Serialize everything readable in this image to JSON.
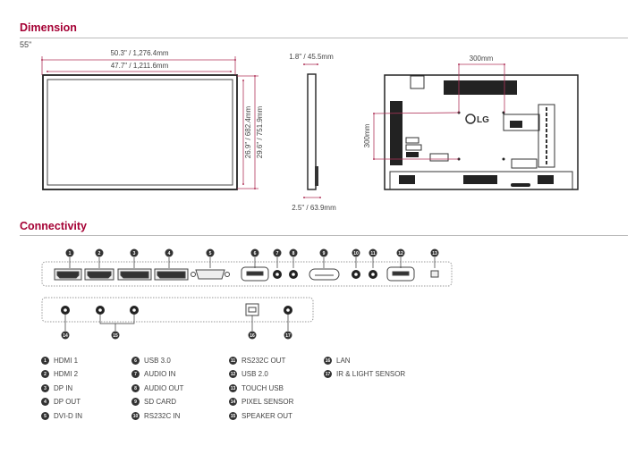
{
  "dimension": {
    "title": "Dimension",
    "size": "55\"",
    "front": {
      "outer_width": "50.3\" / 1,276.4mm",
      "inner_width": "47.7\" / 1,211.6mm",
      "inner_height": "26.9\" / 682.4mm",
      "outer_height": "29.6\" / 751.9mm"
    },
    "side": {
      "top_depth": "1.8\" / 45.5mm",
      "bottom_depth": "2.5\" / 63.9mm"
    },
    "back": {
      "vesa_h": "300mm",
      "vesa_v": "300mm",
      "logo": "LG"
    }
  },
  "connectivity": {
    "title": "Connectivity",
    "ports": [
      {
        "n": "1",
        "label": "HDMI 1"
      },
      {
        "n": "2",
        "label": "HDMI 2"
      },
      {
        "n": "3",
        "label": "DP IN"
      },
      {
        "n": "4",
        "label": "DP OUT"
      },
      {
        "n": "5",
        "label": "DVI-D IN"
      },
      {
        "n": "6",
        "label": "USB 3.0"
      },
      {
        "n": "7",
        "label": "AUDIO IN"
      },
      {
        "n": "8",
        "label": "AUDIO OUT"
      },
      {
        "n": "9",
        "label": "SD CARD"
      },
      {
        "n": "10",
        "label": "RS232C IN"
      },
      {
        "n": "11",
        "label": "RS232C OUT"
      },
      {
        "n": "12",
        "label": "USB 2.0"
      },
      {
        "n": "13",
        "label": "TOUCH USB"
      },
      {
        "n": "14",
        "label": "PIXEL SENSOR"
      },
      {
        "n": "15",
        "label": "SPEAKER OUT"
      },
      {
        "n": "16",
        "label": "LAN"
      },
      {
        "n": "17",
        "label": "IR & LIGHT SENSOR"
      }
    ]
  },
  "colors": {
    "accent": "#a50034",
    "dim_line": "#b0345a"
  }
}
